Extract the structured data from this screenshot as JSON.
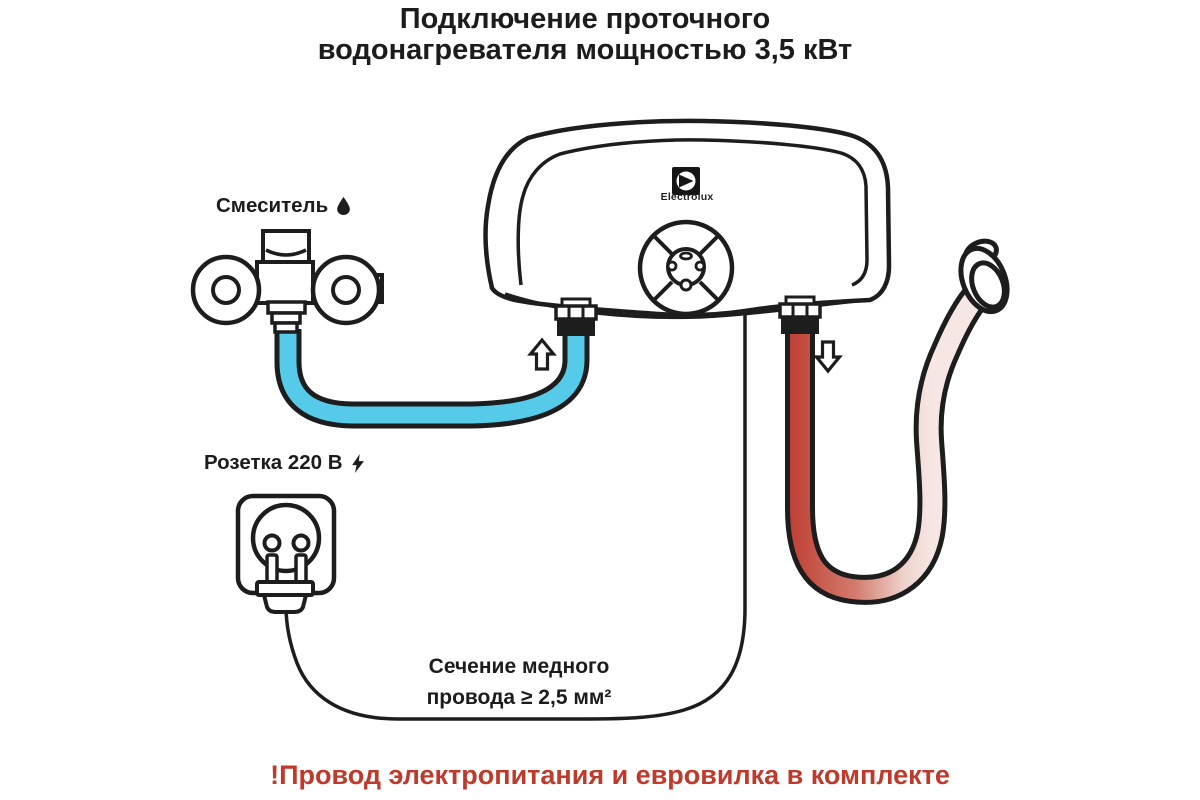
{
  "title": {
    "line1": "Подключение проточного",
    "line2": "водонагревателя мощностью 3,5 кВт"
  },
  "labels": {
    "mixer": "Смеситель",
    "outlet": "Розетка 220 В",
    "wire_note_line1": "Сечение медного",
    "wire_note_line2": "провода ≥ 2,5 мм²",
    "brand": "Electrolux"
  },
  "footer": {
    "note": "!Провод электропитания и евровилка в комплекте"
  },
  "icons": {
    "water_drop": "teardrop",
    "lightning": "bolt",
    "cold_flow": "hollow-arrow-up",
    "hot_flow": "hollow-arrow-down"
  },
  "colors": {
    "cold_water": "#55cbe9",
    "hot_water": "#bf4136",
    "note_red": "#c03a2b",
    "outline": "#1d1d1d"
  }
}
